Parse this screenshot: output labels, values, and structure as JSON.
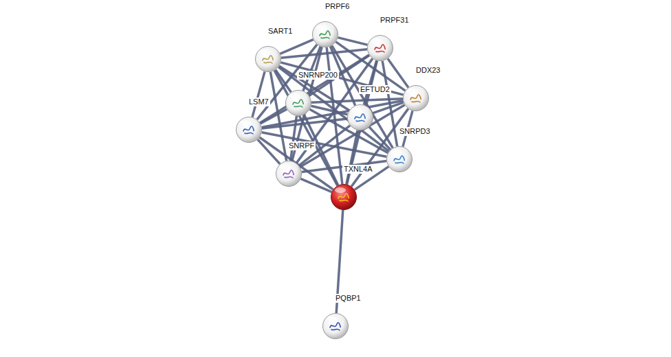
{
  "diagram": {
    "nodes": [
      {
        "text": [
          "PRPF6"
        ]
      },
      {
        "text": [
          "PRPF31"
        ]
      },
      {
        "text": [
          "SART1"
        ]
      },
      {
        "text": [
          "SNRNP200"
        ]
      },
      {
        "text": [
          "EFTUD2"
        ]
      },
      {
        "text": [
          "DDX23"
        ]
      },
      {
        "text": [
          "LSM7"
        ]
      },
      {
        "text": [
          "SNRPD3"
        ]
      },
      {
        "text": [
          "SNRPF"
        ]
      },
      {
        "text": [
          "TXNL4A"
        ]
      },
      {
        "text": [
          "PQBP1"
        ]
      }
    ],
    "edges": [
      {
        "from": 0,
        "to": 1,
        "arrow": "none"
      },
      {
        "from": 0,
        "to": 2,
        "arrow": "none"
      },
      {
        "from": 0,
        "to": 3,
        "arrow": "none"
      },
      {
        "from": 0,
        "to": 4,
        "arrow": "none"
      },
      {
        "from": 0,
        "to": 5,
        "arrow": "none"
      },
      {
        "from": 0,
        "to": 6,
        "arrow": "none"
      },
      {
        "from": 0,
        "to": 7,
        "arrow": "none"
      },
      {
        "from": 0,
        "to": 8,
        "arrow": "none"
      },
      {
        "from": 0,
        "to": 9,
        "arrow": "none"
      },
      {
        "from": 1,
        "to": 2,
        "arrow": "none"
      },
      {
        "from": 1,
        "to": 3,
        "arrow": "none"
      },
      {
        "from": 1,
        "to": 4,
        "arrow": "none"
      },
      {
        "from": 1,
        "to": 5,
        "arrow": "none"
      },
      {
        "from": 1,
        "to": 6,
        "arrow": "none"
      },
      {
        "from": 1,
        "to": 7,
        "arrow": "none"
      },
      {
        "from": 1,
        "to": 8,
        "arrow": "none"
      },
      {
        "from": 1,
        "to": 9,
        "arrow": "none"
      },
      {
        "from": 2,
        "to": 3,
        "arrow": "none"
      },
      {
        "from": 2,
        "to": 4,
        "arrow": "none"
      },
      {
        "from": 2,
        "to": 5,
        "arrow": "none"
      },
      {
        "from": 2,
        "to": 6,
        "arrow": "none"
      },
      {
        "from": 2,
        "to": 7,
        "arrow": "none"
      },
      {
        "from": 2,
        "to": 8,
        "arrow": "none"
      },
      {
        "from": 2,
        "to": 9,
        "arrow": "none"
      },
      {
        "from": 3,
        "to": 4,
        "arrow": "none"
      },
      {
        "from": 3,
        "to": 5,
        "arrow": "none"
      },
      {
        "from": 3,
        "to": 6,
        "arrow": "none"
      },
      {
        "from": 3,
        "to": 7,
        "arrow": "none"
      },
      {
        "from": 3,
        "to": 8,
        "arrow": "none"
      },
      {
        "from": 3,
        "to": 9,
        "arrow": "none"
      },
      {
        "from": 4,
        "to": 5,
        "arrow": "none"
      },
      {
        "from": 4,
        "to": 6,
        "arrow": "none"
      },
      {
        "from": 4,
        "to": 7,
        "arrow": "none"
      },
      {
        "from": 4,
        "to": 8,
        "arrow": "none"
      },
      {
        "from": 4,
        "to": 9,
        "arrow": "none"
      },
      {
        "from": 5,
        "to": 6,
        "arrow": "none"
      },
      {
        "from": 5,
        "to": 7,
        "arrow": "none"
      },
      {
        "from": 5,
        "to": 8,
        "arrow": "none"
      },
      {
        "from": 5,
        "to": 9,
        "arrow": "none"
      },
      {
        "from": 6,
        "to": 7,
        "arrow": "none"
      },
      {
        "from": 6,
        "to": 8,
        "arrow": "none"
      },
      {
        "from": 6,
        "to": 9,
        "arrow": "none"
      },
      {
        "from": 7,
        "to": 8,
        "arrow": "none"
      },
      {
        "from": 7,
        "to": 9,
        "arrow": "none"
      },
      {
        "from": 8,
        "to": 9,
        "arrow": "none"
      },
      {
        "from": 9,
        "to": 10,
        "arrow": "none"
      }
    ]
  }
}
